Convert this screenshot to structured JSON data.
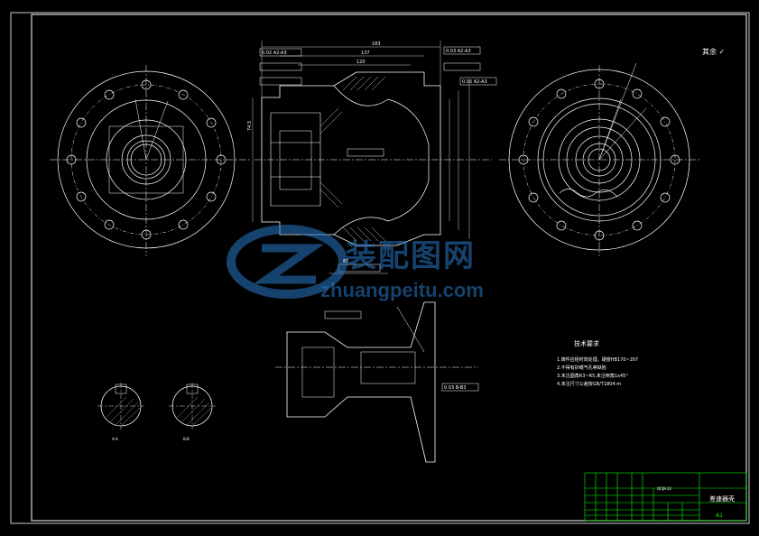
{
  "watermark": {
    "brand": "装配图网",
    "url": "zhuangpeitu.com"
  },
  "technical_requirements": {
    "title": "技术要求",
    "items": [
      "1.铸件应经时效处理，硬度HB170~207",
      "2.不得有砂眼气孔等缺陷",
      "3.未注圆角R3~R5,未注倒角1x45°",
      "4.未注尺寸公差按GB/T1804-m"
    ]
  },
  "title_block": {
    "part_name": "差速器壳",
    "drawing_code": "QCJK-12",
    "sheet_size": "A1"
  },
  "roughness_note": "其余",
  "dimensions": {
    "overall_length": "183",
    "d1": "137",
    "d2": "120",
    "d3": "74.5",
    "tol_a": "0.03 A2-A3",
    "tol_b": "0.02 A2-A3",
    "tol_c": "0.05 A2-A3",
    "bottom_dim": "87",
    "bottom_tol": "0.03 B-B3"
  },
  "section_labels": {
    "left": "A-A",
    "right": "B-B"
  },
  "colors": {
    "background": "#000000",
    "line": "#ffffff",
    "dim": "#ffffff",
    "hatch": "#ffffff",
    "titleblock": "#00ff00",
    "watermark": "#2878c8"
  }
}
